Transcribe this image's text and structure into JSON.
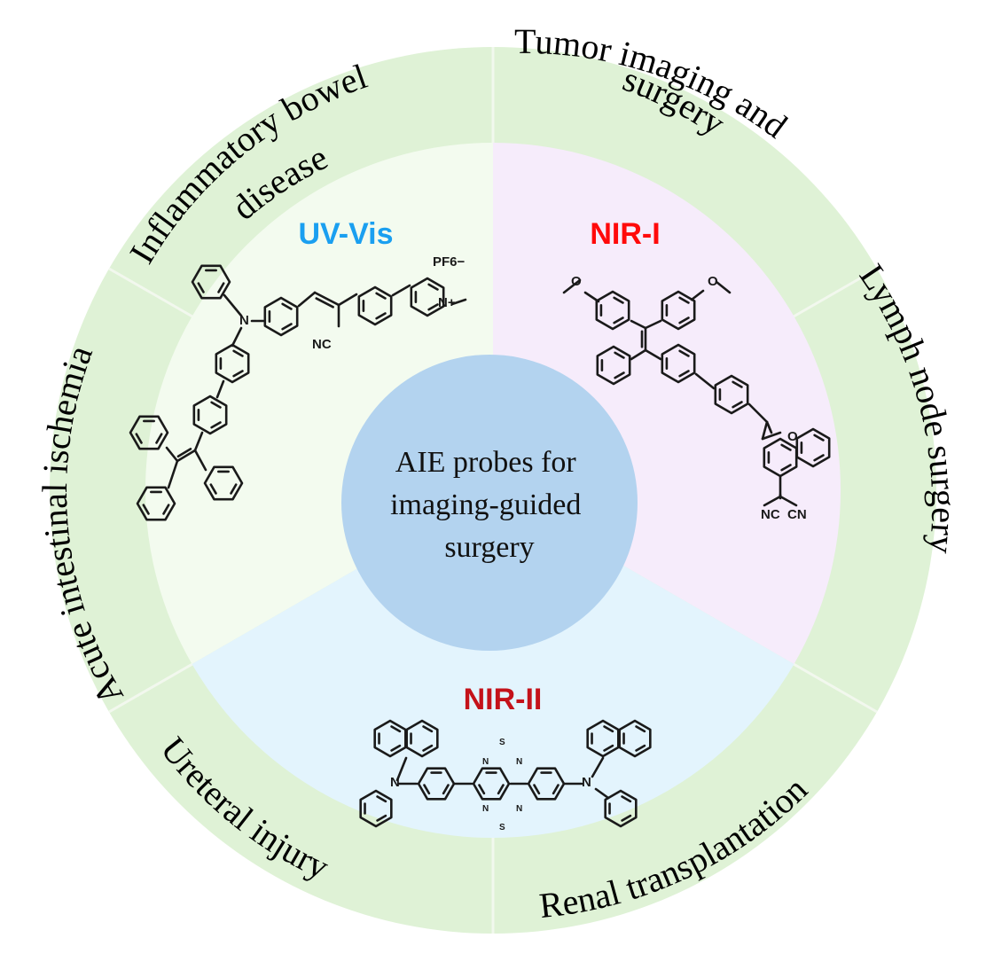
{
  "figure": {
    "center_label": [
      "AIE probes for",
      "imaging-guided",
      "surgery"
    ],
    "colors": {
      "outer_ring": "#dff2d6",
      "divider": "#f2f8ee",
      "uv_vis_sector": "#f3fbef",
      "nir_i_sector": "#f6ecfb",
      "nir_ii_sector": "#e3f4fd",
      "center_circle": "#b3d3ef",
      "uv_vis_title": "#1a9ff0",
      "nir_i_title": "#ff0a0a",
      "nir_ii_title": "#c4121a"
    },
    "sectors": [
      {
        "id": "uv-vis",
        "title": "UV-Vis",
        "molecule": {
          "labels": [
            "N",
            "NC",
            "PF6−",
            "N+"
          ]
        }
      },
      {
        "id": "nir-i",
        "title": "NIR-I",
        "molecule": {
          "labels": [
            "O",
            "O",
            "O",
            "NC",
            "CN"
          ]
        }
      },
      {
        "id": "nir-ii",
        "title": "NIR-II",
        "molecule": {
          "labels": [
            "N",
            "N",
            "S",
            "N",
            "N",
            "S",
            "N",
            "N"
          ]
        }
      }
    ],
    "applications": [
      {
        "id": "inflammatory-bowel-disease",
        "lines": [
          "Inflammatory bowel",
          "disease"
        ]
      },
      {
        "id": "tumor-imaging-surgery",
        "lines": [
          "Tumor imaging and",
          "surgery"
        ]
      },
      {
        "id": "lymph-node-surgery",
        "lines": [
          "Lymph node surgery"
        ]
      },
      {
        "id": "renal-transplantation",
        "lines": [
          "Renal transplantation"
        ]
      },
      {
        "id": "ureteral-injury",
        "lines": [
          "Ureteral injury"
        ]
      },
      {
        "id": "acute-intestinal-ischemia",
        "lines": [
          "Acute intestinal ischemia"
        ]
      }
    ]
  }
}
